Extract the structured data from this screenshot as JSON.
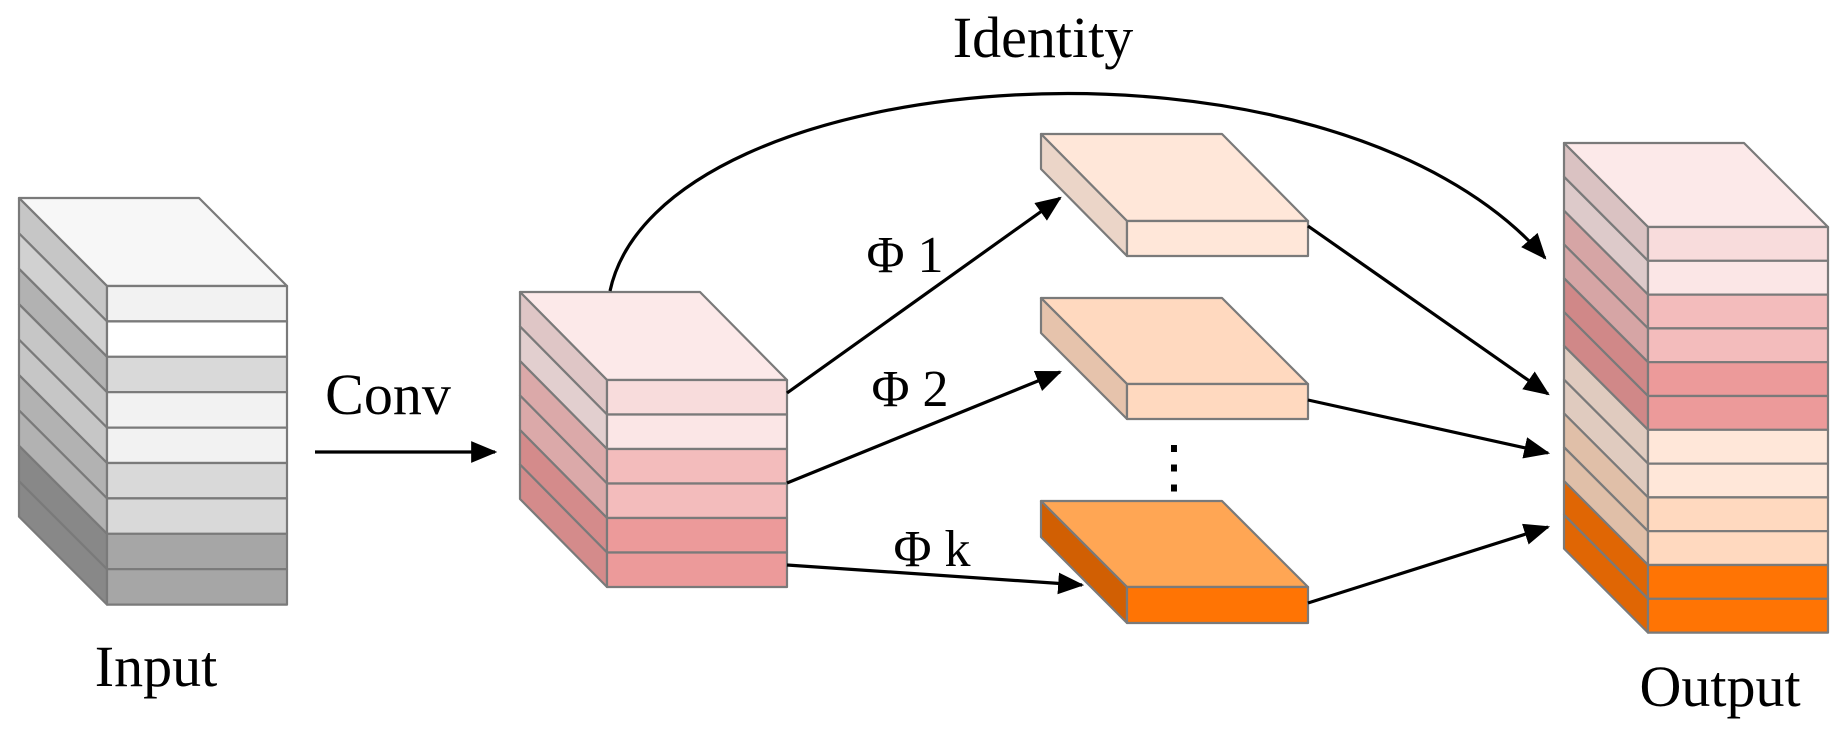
{
  "labels": {
    "input": "Input",
    "conv": "Conv",
    "identity": "Identity",
    "phi1": "Φ 1",
    "phi2": "Φ 2",
    "phik": "Φ k",
    "output": "Output",
    "ellipsis": "⋮"
  },
  "colors": {
    "input_layers": [
      "#f2f2f2",
      "#ffffff",
      "#d9d9d9",
      "#f2f2f2",
      "#f2f2f2",
      "#d9d9d9",
      "#d9d9d9",
      "#a6a6a6",
      "#a6a6a6"
    ],
    "input_top": "#f7f7f7",
    "conv_layers": [
      "#f8dcdc",
      "#fbe6e6",
      "#f3bcbc",
      "#f3bcbc",
      "#ec9a9a",
      "#ec9a9a"
    ],
    "conv_top": "#fce9e9",
    "phi1": "#ffe7d9",
    "phi2": "#ffd9bf",
    "phik": "#ff7404",
    "output_layers": [
      "#f8dcdc",
      "#fbe6e6",
      "#f3bcbc",
      "#f3bcbc",
      "#ec9a9a",
      "#ec9a9a",
      "#ffe7d9",
      "#ffe7d9",
      "#ffd9bf",
      "#ffd9bf",
      "#ff7404",
      "#ff7404"
    ],
    "output_top": "#fce9e9"
  }
}
